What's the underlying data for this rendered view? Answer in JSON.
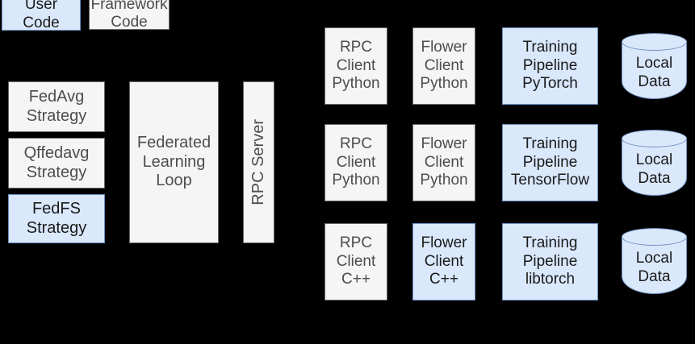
{
  "legend": {
    "user_code": {
      "label": "User\nCode",
      "fill": "#dae8fc",
      "stroke": "#6c8ebf"
    },
    "framework_code": {
      "label": "Framework\nCode",
      "fill": "#f5f5f5",
      "stroke": "#666666"
    }
  },
  "server": {
    "strategies": [
      {
        "label": "FedAvg\nStrategy",
        "kind": "framework"
      },
      {
        "label": "Qffedavg\nStrategy",
        "kind": "framework"
      },
      {
        "label": "FedFS\nStrategy",
        "kind": "user"
      }
    ],
    "loop": {
      "label": "Federated\nLearning\nLoop",
      "kind": "framework"
    },
    "rpc_server": {
      "label": "RPC Server",
      "kind": "framework"
    }
  },
  "clients": [
    {
      "rpc_client": {
        "label": "RPC\nClient\nPython",
        "kind": "framework"
      },
      "flower_client": {
        "label": "Flower\nClient\nPython",
        "kind": "framework"
      },
      "training_pipeline": {
        "label": "Training\nPipeline\nPyTorch",
        "kind": "user"
      },
      "local_data": {
        "label": "Local\nData",
        "kind": "user"
      }
    },
    {
      "rpc_client": {
        "label": "RPC\nClient\nPython",
        "kind": "framework"
      },
      "flower_client": {
        "label": "Flower\nClient\nPython",
        "kind": "framework"
      },
      "training_pipeline": {
        "label": "Training\nPipeline\nTensorFlow",
        "kind": "user"
      },
      "local_data": {
        "label": "Local\nData",
        "kind": "user"
      }
    },
    {
      "rpc_client": {
        "label": "RPC\nClient\nC++",
        "kind": "framework"
      },
      "flower_client": {
        "label": "Flower\nClient\nC++",
        "kind": "user"
      },
      "training_pipeline": {
        "label": "Training\nPipeline\nlibtorch",
        "kind": "user"
      },
      "local_data": {
        "label": "Local\nData",
        "kind": "user"
      }
    }
  ],
  "colors": {
    "background": "#000000",
    "user_fill": "#dae8fc",
    "user_stroke": "#6c8ebf",
    "framework_fill": "#f5f5f5",
    "framework_stroke": "#666666",
    "framework_text": "#4d4d4d",
    "user_text": "#1a1a1a"
  }
}
